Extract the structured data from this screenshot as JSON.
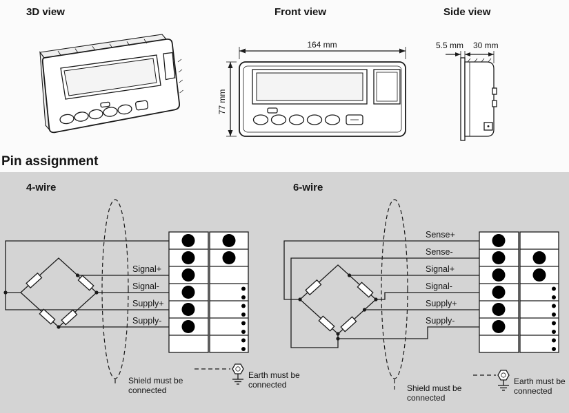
{
  "header": {
    "view_3d": "3D view",
    "view_front": "Front view",
    "view_side": "Side view"
  },
  "dimensions": {
    "front_width": "164 mm",
    "front_height": "77 mm",
    "side_flange": "5.5 mm",
    "side_depth": "30 mm"
  },
  "pin_assignment": {
    "heading": "Pin assignment",
    "four_wire": {
      "title": "4-wire",
      "wires": [
        "Signal+",
        "Signal-",
        "Supply+",
        "Supply-"
      ],
      "shield_note": [
        "Shield must be",
        "connected"
      ],
      "earth_note": [
        "Earth must be",
        "connected"
      ]
    },
    "six_wire": {
      "title": "6-wire",
      "wires": [
        "Sense+",
        "Sense-",
        "Signal+",
        "Signal-",
        "Supply+",
        "Supply-"
      ],
      "shield_note": [
        "Shield must be",
        "connected"
      ],
      "earth_note": [
        "Earth must be",
        "connected"
      ]
    }
  },
  "colors": {
    "background": "#fbfbfb",
    "panel": "#d4d4d4",
    "line": "#1a1a1a"
  }
}
